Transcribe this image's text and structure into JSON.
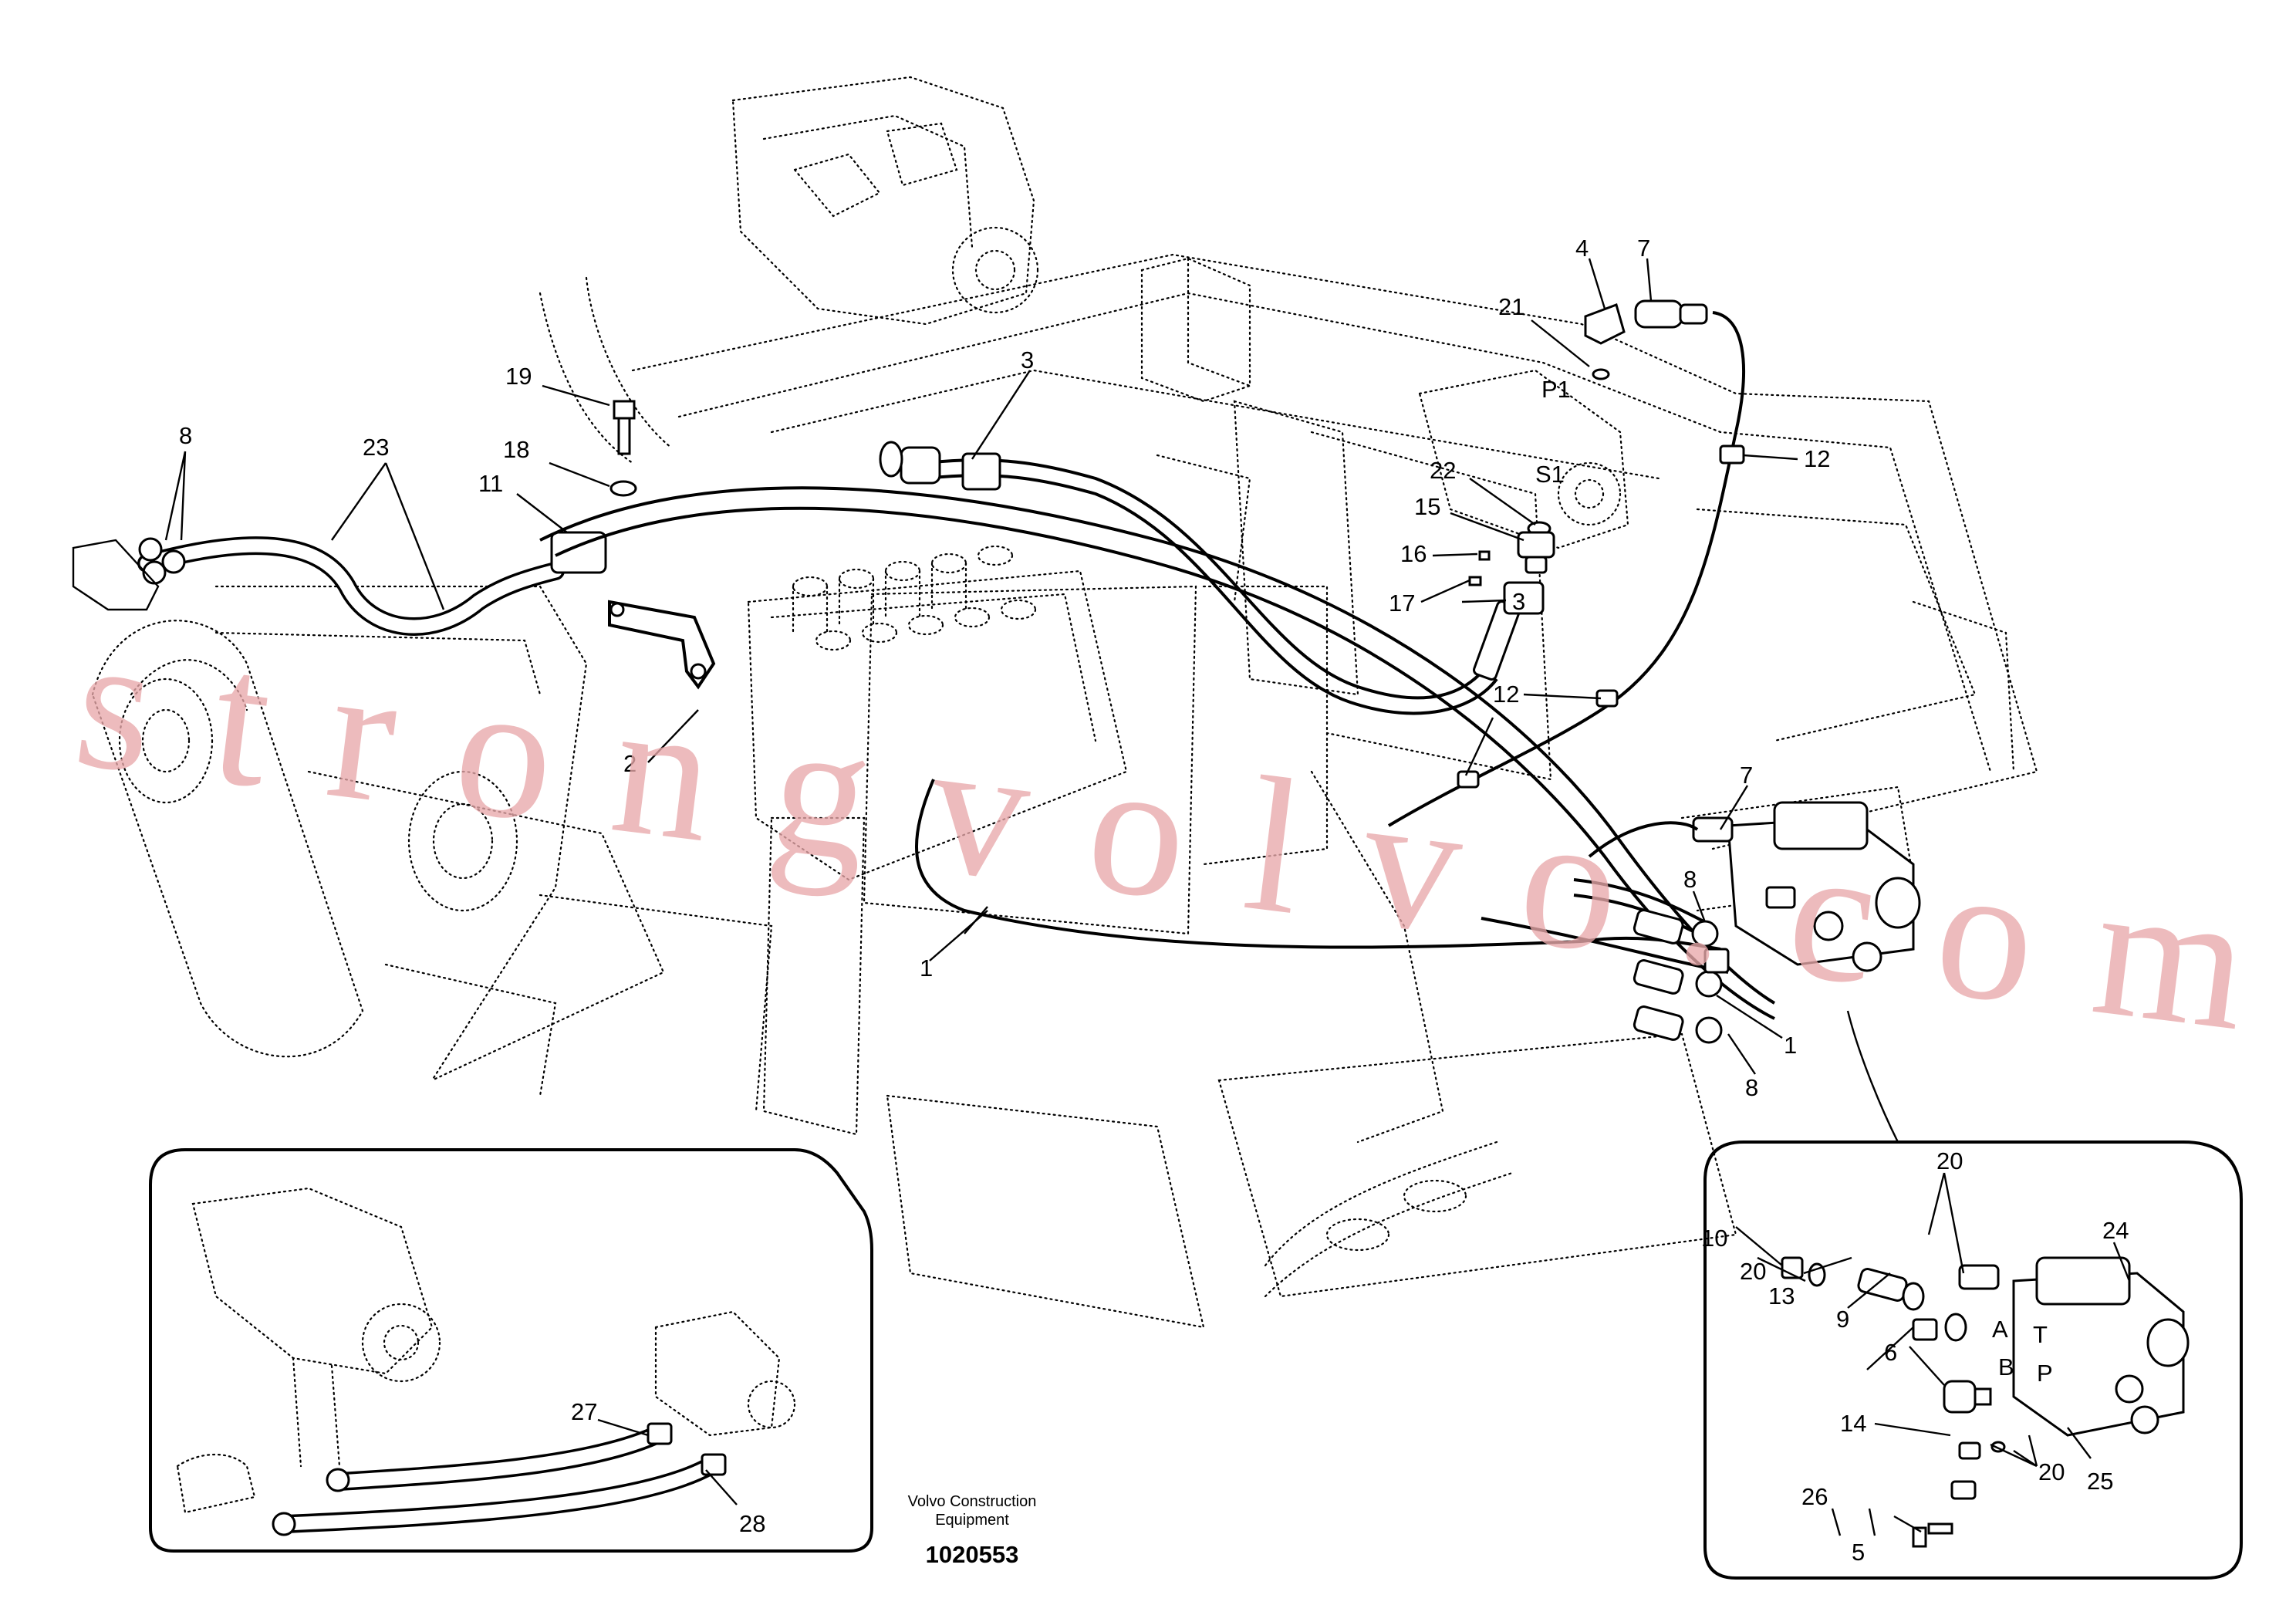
{
  "drawing_number": "1020553",
  "publisher": [
    "Volvo Construction",
    "Equipment"
  ],
  "watermark": "strongvolvo.com",
  "port_markings": [
    "P1",
    "S1",
    "A",
    "T",
    "B",
    "P"
  ],
  "callouts": {
    "c1a": "1",
    "c1b": "1",
    "c2": "2",
    "c3a": "3",
    "c3b": "3",
    "c4": "4",
    "c5": "5",
    "c6": "6",
    "c7a": "7",
    "c7b": "7",
    "c8a": "8",
    "c8b": "8",
    "c8c": "8",
    "c9": "9",
    "c10": "10",
    "c11": "11",
    "c12a": "12",
    "c12b": "12",
    "c13": "13",
    "c14": "14",
    "c15": "15",
    "c16": "16",
    "c17": "17",
    "c18": "18",
    "c19": "19",
    "c20a": "20",
    "c20b": "20",
    "c20c": "20",
    "c21": "21",
    "c22": "22",
    "c23": "23",
    "c24": "24",
    "c25": "25",
    "c26": "26",
    "c27": "27",
    "c28": "28"
  }
}
